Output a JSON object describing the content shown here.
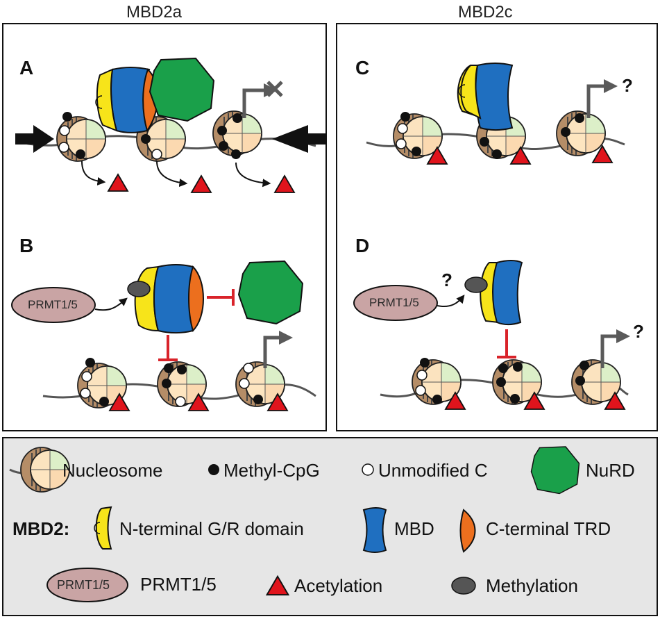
{
  "columns": {
    "left": "MBD2a",
    "right": "MBD2c"
  },
  "panels": {
    "a": "A",
    "b": "B",
    "c": "C",
    "d": "D"
  },
  "enzyme": "PRMT1/5",
  "question_mark": "?",
  "legend": {
    "nucleosome": "Nucleosome",
    "methyl_cpg": "Methyl-CpG",
    "unmodified_c": "Unmodified C",
    "nurd": "NuRD",
    "mbd2_label": "MBD2:",
    "n_terminal": "N-terminal G/R domain",
    "mbd": "MBD",
    "c_terminal": "C-terminal TRD",
    "prmt": "PRMT1/5",
    "acetylation": "Acetylation",
    "methylation": "Methylation"
  },
  "colors": {
    "nurd_green": "#1aa04a",
    "mbd_blue": "#1f6fc0",
    "n_term_yellow": "#f7e41a",
    "c_term_orange": "#ec6f1e",
    "acetyl_red": "#e0141c",
    "inhibit_red": "#d9232a",
    "prmt_fill": "#c9a4a4",
    "legend_bg": "#e6e6e6"
  }
}
